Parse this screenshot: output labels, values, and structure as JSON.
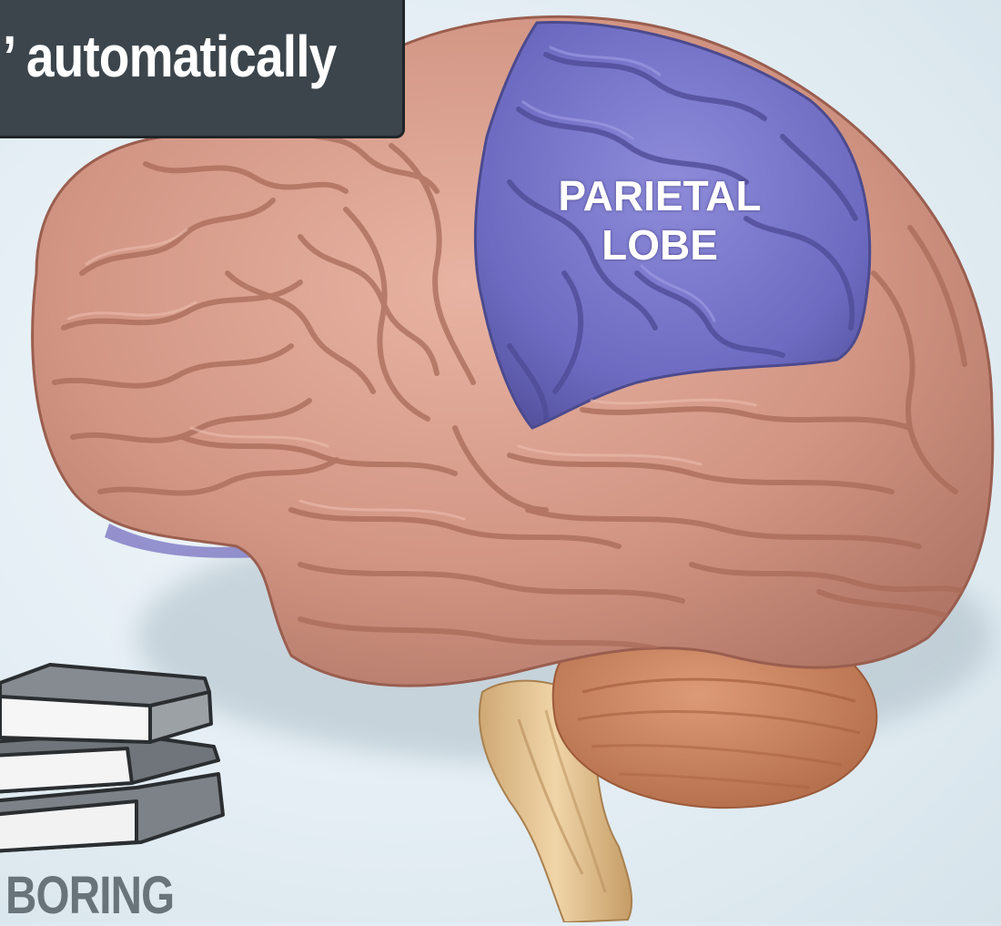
{
  "banner": {
    "text": "’ automatically"
  },
  "labels": {
    "parietal_line1": "PARIETAL",
    "parietal_line2": "LOBE",
    "boring": "BORING"
  },
  "colors": {
    "brain": "#d69a88",
    "parietal": "#6f6dc2",
    "cerebellum": "#c9825e",
    "brainstem": "#e6c79a",
    "banner_bg": "#3c454b",
    "books": "#8a8f93"
  }
}
